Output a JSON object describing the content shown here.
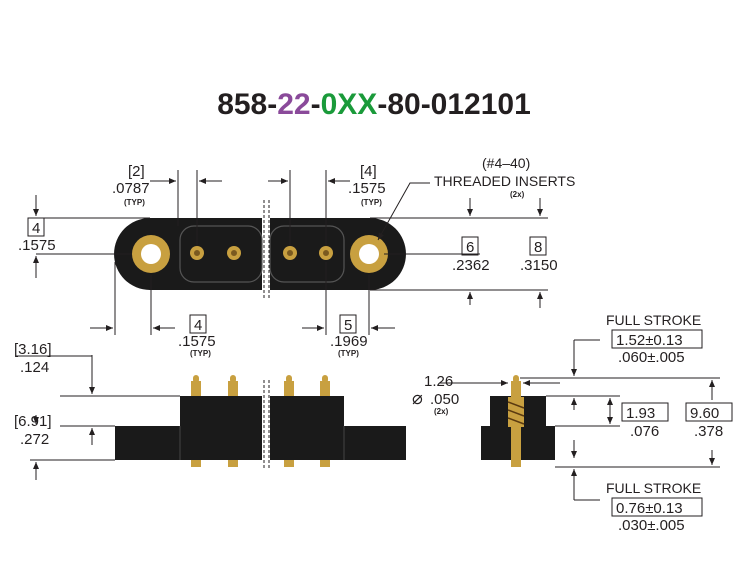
{
  "title": {
    "seg1": "858-",
    "seg2": "22",
    "seg3": "-",
    "seg4": "0XX",
    "seg5": "-80-012101",
    "color_default": "#231f20",
    "color_seg2": "#8a4a9a",
    "color_seg4": "#1a9a3a"
  },
  "colors": {
    "body": "#1a1a1a",
    "gold": "#c8a040",
    "line": "#231f20"
  },
  "top_view": {
    "pin_pitch_in": "[2]",
    "pin_pitch_in_val": ".0787",
    "pin_pitch_note": "(TYP)",
    "insert_offset_in": "[4]",
    "insert_offset_val": ".1575",
    "insert_offset_note": "(TYP)",
    "insert_label_1": "(#4–40)",
    "insert_label_2": "THREADED INSERTS",
    "insert_label_3": "(2x)",
    "left_dim_in": "4",
    "left_dim_val": ".1575",
    "height_a_in": "6",
    "height_a_val": ".2362",
    "height_b_in": "8",
    "height_b_val": ".3150",
    "bottom_dim_a_in": "4",
    "bottom_dim_a_val": ".1575",
    "bottom_dim_a_note": "(TYP)",
    "bottom_dim_b_in": "5",
    "bottom_dim_b_val": ".1969",
    "bottom_dim_b_note": "(TYP)"
  },
  "side_view": {
    "dim_a_in": "[3.16]",
    "dim_a_val": ".124",
    "dim_b_in": "[6.91]",
    "dim_b_val": ".272"
  },
  "end_view": {
    "pin_dia_in": "1.26",
    "pin_dia_val": ".050",
    "pin_dia_note": "(2x)",
    "stroke_top_label": "FULL STROKE",
    "stroke_top_in": "1.52±0.13",
    "stroke_top_val": ".060±.005",
    "dim_c_in": "1.93",
    "dim_c_val": ".076",
    "dim_d_in": "9.60",
    "dim_d_val": ".378",
    "stroke_bot_label": "FULL STROKE",
    "stroke_bot_in": "0.76±0.13",
    "stroke_bot_val": ".030±.005"
  }
}
